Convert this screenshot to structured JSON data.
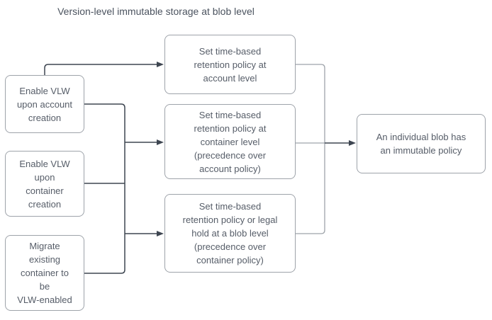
{
  "title": "Version-level immutable storage at blob level",
  "palette": {
    "connector_dark": "#3e4651",
    "connector_light": "#9ea3aa",
    "box_border": "#9ea3aa",
    "box_fill": "#ffffff",
    "text": "#565d68",
    "title_text": "#4b535f",
    "background": "#ffffff"
  },
  "nodes": {
    "enable_vlw_account": {
      "label": "Enable VLW\nupon account\ncreation"
    },
    "enable_vlw_container": {
      "label": "Enable VLW\nupon\ncontainer\ncreation"
    },
    "migrate_existing_container": {
      "label": "Migrate\nexisting\ncontainer to\nbe\nVLW-enabled"
    },
    "retention_account_level": {
      "label": "Set time-based\nretention policy at\naccount level"
    },
    "retention_container_level": {
      "label": "Set time-based\nretention policy at\ncontainer level\n(precedence over\naccount policy)"
    },
    "retention_blob_level": {
      "label": "Set time-based\nretention policy or legal\nhold at a blob level\n(precedence over\ncontainer policy)"
    },
    "blob_immutable_policy": {
      "label": "An individual blob has\nan immutable policy"
    }
  }
}
